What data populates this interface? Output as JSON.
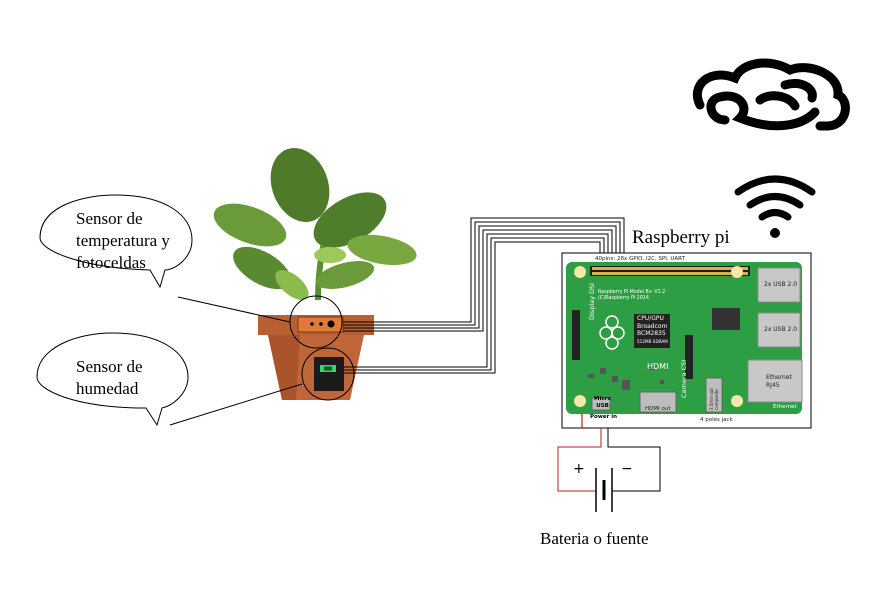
{
  "bubbles": {
    "temp_line1": "Sensor de",
    "temp_line2": "temperatura y",
    "temp_line3": "fotoceldas",
    "hum_line1": "Sensor de",
    "hum_line2": "humedad"
  },
  "labels": {
    "raspberry": "Raspberry pi",
    "battery": "Bateria o fuente",
    "plus": "+",
    "minus": "−"
  },
  "board": {
    "gpio": "40pins: 28x GPIO, I2C, SPI, UART",
    "model_line1": "Raspberry Pi Model B+ V1.2",
    "model_line2": "(C)Raspberry Pi 2014",
    "cpu_line1": "CPU/GPU",
    "cpu_line2": "Broadcom",
    "cpu_line3": "BCM2835",
    "ram": "512MB SDRAM",
    "usb1": "2x USB 2.0",
    "usb2": "2x USB 2.0",
    "ethernet_line1": "Ethernet",
    "ethernet_line2": "RJ45",
    "ethernet_bottom": "Ethernet",
    "hdmi": "HDMI",
    "hdmi_out": "HDMI out",
    "display": "Display DSI",
    "camera": "Camera CSI",
    "micro_usb_line1": "Micro",
    "micro_usb_line2": "USB",
    "power_in": "Power in",
    "jack": "4 poles jack",
    "audio": "3.5mm out composite"
  },
  "colors": {
    "board_green": "#2e9e45",
    "pot": "#c0673a",
    "leaf": "#4f8a2e",
    "wire_red": "#b22222"
  }
}
